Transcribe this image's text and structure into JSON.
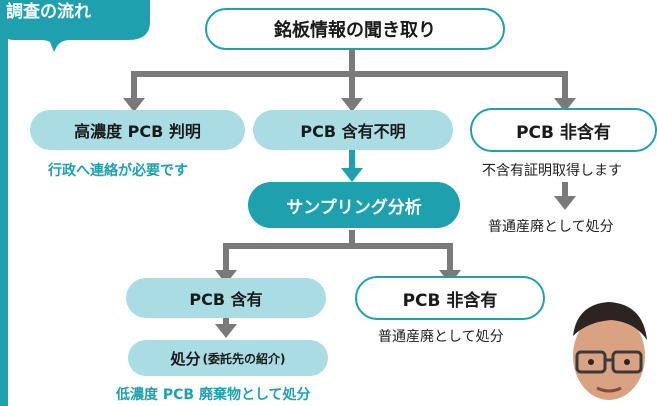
{
  "colors": {
    "teal": "#1fa0ae",
    "light_teal": "#a9dde3",
    "gray": "#7a7a7a"
  },
  "header": {
    "label": "調査の流れ"
  },
  "nodes": {
    "nameplate": "銘板情報の聞き取り",
    "high_pcb": "高濃度 PCB 判明",
    "unknown_pcb": "PCB 含有不明",
    "no_pcb_top": "PCB 非含有",
    "sampling": "サンプリング分析",
    "pcb_contained": "PCB 含有",
    "no_pcb_bottom": "PCB 非含有",
    "disposal": "処分",
    "disposal_sub": "(委託先の紹介)"
  },
  "notes": {
    "contact_gov": "行政へ連絡が必要です",
    "no_certificate": "不含有証明取得します",
    "industrial_waste_top": "普通産廃として処分",
    "industrial_waste_bottom": "普通産廃として処分",
    "low_pcb_waste": "低濃度 PCB 廃棄物として処分"
  },
  "icons": {
    "photo": "person-photo"
  }
}
